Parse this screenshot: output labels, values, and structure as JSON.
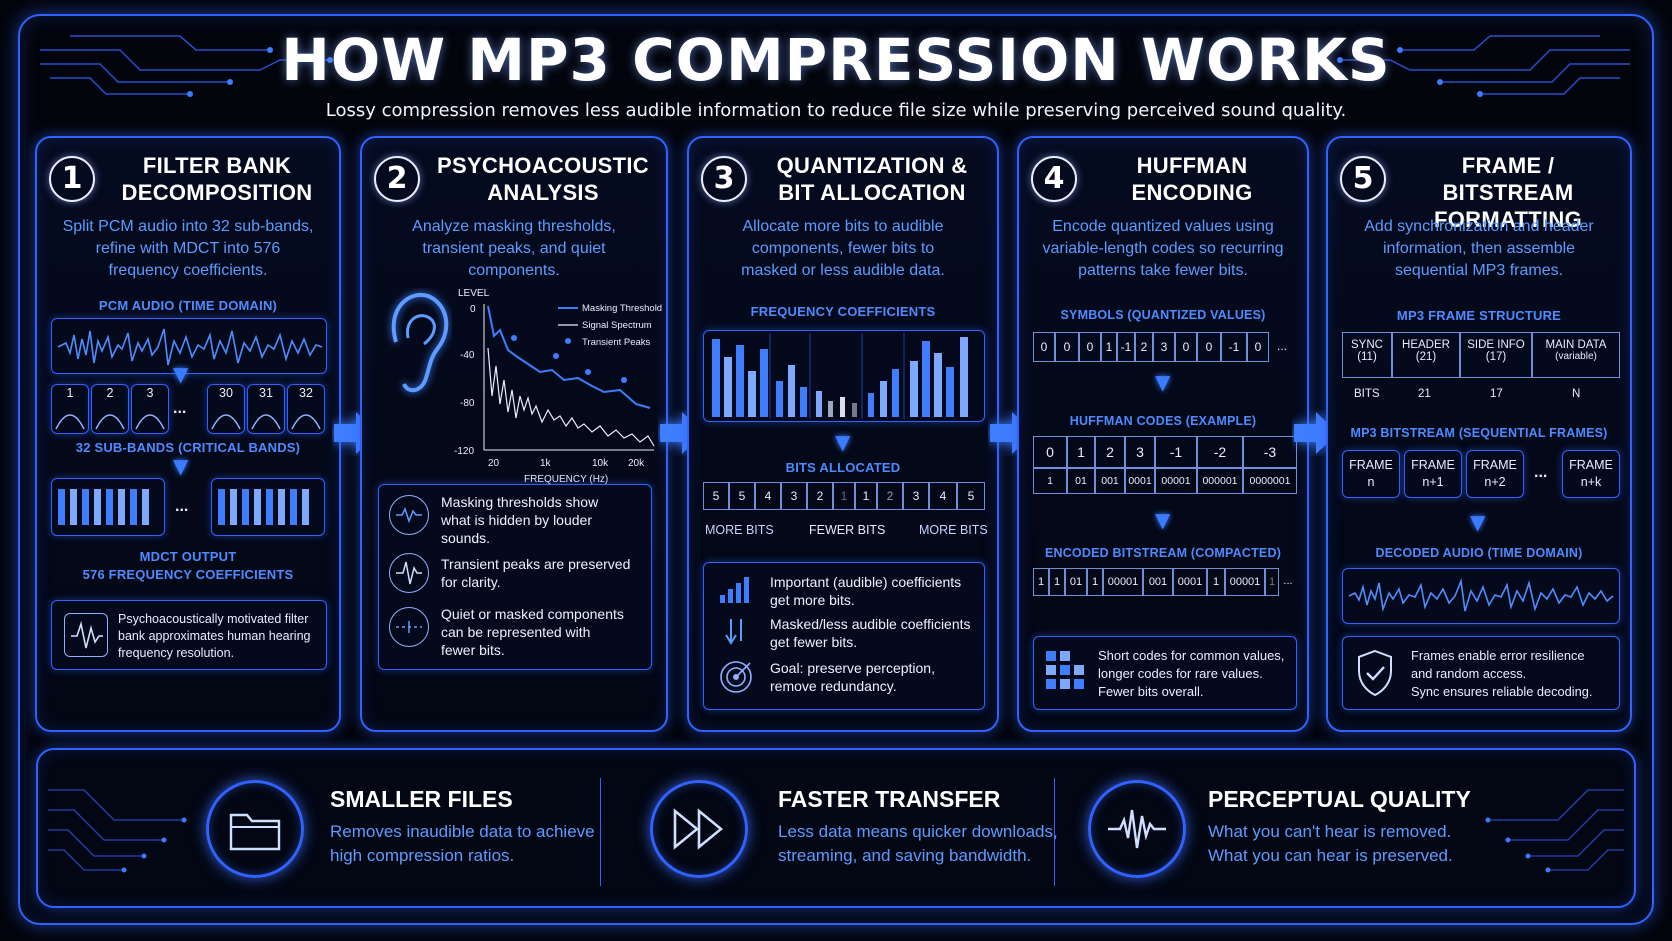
{
  "title": "HOW MP3 COMPRESSION WORKS",
  "subtitle": "Lossy compression removes less audible information to reduce file size while preserving perceived sound quality.",
  "colors": {
    "accent": "#2f62ff",
    "label_blue": "#4d8bff",
    "background": "#03050c"
  },
  "steps": [
    {
      "number": "1",
      "title_l1": "FILTER BANK",
      "title_l2": "DECOMPOSITION",
      "desc_l1": "Split PCM audio into 32 sub-bands,",
      "desc_l2": "refine with MDCT into 576",
      "desc_l3": "frequency coefficients.",
      "pcm_label": "PCM AUDIO (TIME DOMAIN)",
      "bands": [
        "1",
        "2",
        "3",
        "30",
        "31",
        "32"
      ],
      "ellipsis": "...",
      "subbands_label": "32 SUB-BANDS (CRITICAL BANDS)",
      "mdct_label_l1": "MDCT OUTPUT",
      "mdct_label_l2": "576 FREQUENCY COEFFICIENTS",
      "note_l1": "Psychoacoustically motivated filter",
      "note_l2": "bank approximates human hearing",
      "note_l3": "frequency resolution.",
      "icons": [
        "waveform-icon",
        "ear-icon"
      ]
    },
    {
      "number": "2",
      "title_l1": "PSYCHOACOUSTIC",
      "title_l2": "ANALYSIS",
      "desc_l1": "Analyze masking thresholds,",
      "desc_l2": "transient peaks, and quiet",
      "desc_l3": "components.",
      "chart_ylabel": "LEVEL",
      "chart_xlabel": "FREQUENCY (Hz)",
      "yticks": [
        "0",
        "-40",
        "-80",
        "-120"
      ],
      "xticks": [
        "20",
        "1k",
        "10k",
        "20k"
      ],
      "legend": [
        "Masking Threshold",
        "Signal Spectrum",
        "Transient Peaks"
      ],
      "notes": [
        {
          "l1": "Masking thresholds show",
          "l2": "what is hidden by louder",
          "l3": "sounds."
        },
        {
          "l1": "Transient peaks are preserved",
          "l2": "for clarity.",
          "l3": ""
        },
        {
          "l1": "Quiet or masked components",
          "l2": "can be represented with",
          "l3": "fewer bits."
        }
      ]
    },
    {
      "number": "3",
      "title_l1": "QUANTIZATION &",
      "title_l2": "BIT ALLOCATION",
      "desc_l1": "Allocate more bits to audible",
      "desc_l2": "components, fewer bits to",
      "desc_l3": "masked or less audible data.",
      "freq_label": "FREQUENCY COEFFICIENTS",
      "bits_label": "BITS ALLOCATED",
      "bits": [
        "5",
        "5",
        "4",
        "3",
        "2",
        "1",
        "1",
        "2",
        "3",
        "4",
        "5"
      ],
      "more_bits": "MORE BITS",
      "fewer_bits": "FEWER BITS",
      "more_bits_2": "MORE BITS",
      "notes": [
        {
          "l1": "Important (audible) coefficients",
          "l2": "get more bits."
        },
        {
          "l1": "Masked/less audible coefficients",
          "l2": "get fewer bits."
        },
        {
          "l1": "Goal: preserve perception,",
          "l2": "remove redundancy."
        }
      ]
    },
    {
      "number": "4",
      "title_l1": "HUFFMAN",
      "title_l2": "ENCODING",
      "desc_l1": "Encode quantized values using",
      "desc_l2": "variable-length codes so recurring",
      "desc_l3": "patterns take fewer bits.",
      "symbols_label": "SYMBOLS (QUANTIZED VALUES)",
      "symbols": [
        "0",
        "0",
        "0",
        "1",
        "-1",
        "2",
        "3",
        "0",
        "0",
        "-1",
        "0",
        "..."
      ],
      "codes_label": "HUFFMAN CODES (EXAMPLE)",
      "code_symbols": [
        "0",
        "1",
        "2",
        "3",
        "-1",
        "-2",
        "-3"
      ],
      "code_values": [
        "1",
        "01",
        "001",
        "0001",
        "00001",
        "000001",
        "0000001"
      ],
      "bitstream_label": "ENCODED BITSTREAM (COMPACTED)",
      "bitstream": [
        "1",
        "1",
        "01",
        "1",
        "00001",
        "001",
        "0001",
        "1",
        "00001",
        "1",
        "..."
      ],
      "note_l1": "Short codes for common values,",
      "note_l2": "longer codes for rare values.",
      "note_l3": "Fewer bits overall."
    },
    {
      "number": "5",
      "title_l1": "FRAME / BITSTREAM",
      "title_l2": "FORMATTING",
      "desc_l1": "Add synchronization and header",
      "desc_l2": "information, then assemble",
      "desc_l3": "sequential MP3 frames.",
      "frame_label": "MP3 FRAME STRUCTURE",
      "fields": [
        {
          "l1": "SYNC",
          "l2": "(11)"
        },
        {
          "l1": "HEADER",
          "l2": "(21)"
        },
        {
          "l1": "SIDE INFO",
          "l2": "(17)"
        },
        {
          "l1": "MAIN DATA",
          "l2": "(variable)"
        }
      ],
      "bits_row": [
        "BITS",
        "21",
        "17",
        "N"
      ],
      "bitstream_label": "MP3 BITSTREAM (SEQUENTIAL FRAMES)",
      "frames": [
        {
          "l1": "FRAME",
          "l2": "n"
        },
        {
          "l1": "FRAME",
          "l2": "n+1"
        },
        {
          "l1": "FRAME",
          "l2": "n+2"
        },
        {
          "l1": "FRAME",
          "l2": "n+k"
        }
      ],
      "ellipsis": "...",
      "decoded_label": "DECODED AUDIO (TIME DOMAIN)",
      "note_l1": "Frames enable error resilience",
      "note_l2": "and random access.",
      "note_l3": "Sync ensures reliable decoding."
    }
  ],
  "benefits": [
    {
      "title": "SMALLER FILES",
      "l1": "Removes inaudible data to achieve",
      "l2": "high compression ratios.",
      "icon": "folder-icon"
    },
    {
      "title": "FASTER TRANSFER",
      "l1": "Less data means quicker downloads,",
      "l2": "streaming, and saving bandwidth.",
      "icon": "fast-forward-icon"
    },
    {
      "title": "PERCEPTUAL QUALITY",
      "l1": "What you can't hear is removed.",
      "l2": "What you can hear is preserved.",
      "icon": "waveform-icon"
    }
  ]
}
